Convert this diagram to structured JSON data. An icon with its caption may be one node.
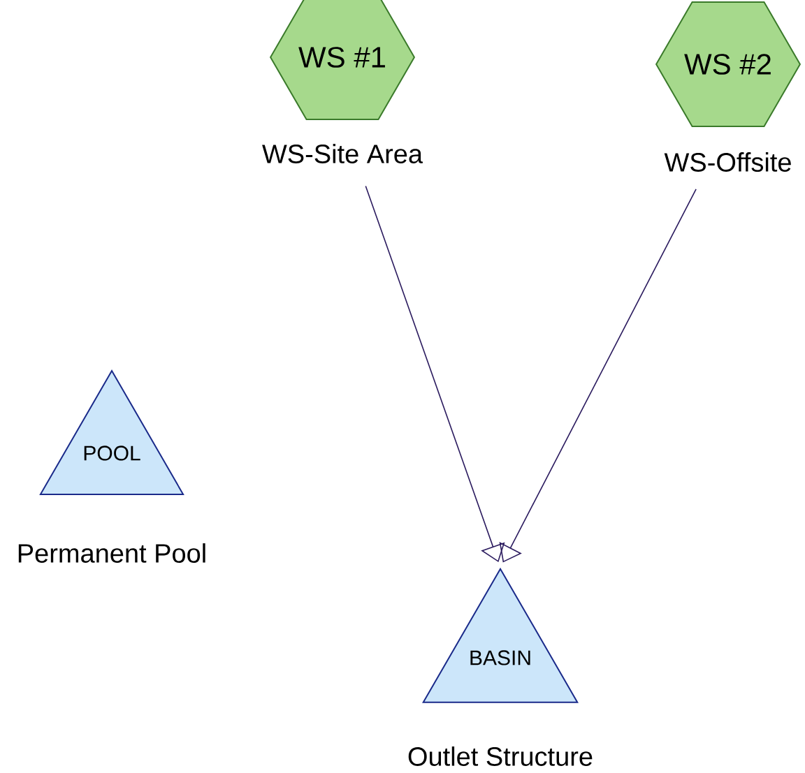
{
  "diagram": {
    "nodes": [
      {
        "text": [
          "WS #1"
        ],
        "beside": [
          "WS-Site Area"
        ]
      },
      {
        "text": [
          "WS #2"
        ],
        "beside": [
          "WS-Offsite"
        ]
      },
      {
        "text": [
          "POOL"
        ],
        "beside": [
          "Permanent Pool"
        ]
      },
      {
        "text": [
          "BASIN"
        ],
        "beside": [
          "Outlet Structure"
        ]
      }
    ],
    "edges": [
      {
        "from": 0,
        "to": 3,
        "arrow": "to"
      },
      {
        "from": 1,
        "to": 3,
        "arrow": "to"
      }
    ]
  }
}
